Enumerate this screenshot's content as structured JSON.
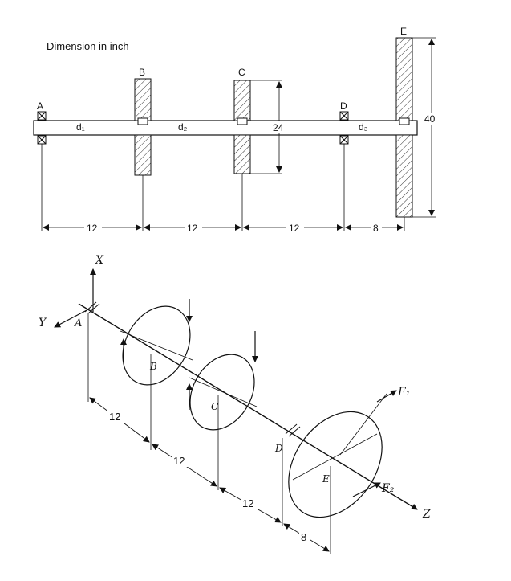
{
  "top_view": {
    "dimension_note": "Dimension in inch",
    "points": {
      "A": "A",
      "B": "B",
      "C": "C",
      "D": "D",
      "E": "E"
    },
    "diameters": {
      "d1": "d₁",
      "d2": "d₂",
      "d3": "d₃"
    },
    "gear_c_diameter": "24",
    "gear_e_diameter": "40",
    "spacing": [
      "12",
      "12",
      "12",
      "8"
    ]
  },
  "iso_view": {
    "axes": {
      "x": "X",
      "y": "Y",
      "z": "Z"
    },
    "points": {
      "A": "A",
      "B": "B",
      "C": "C",
      "D": "D",
      "E": "E"
    },
    "forces": {
      "f1": "F₁",
      "f2": "F₂"
    },
    "spacing": [
      "12",
      "12",
      "12",
      "8"
    ]
  }
}
